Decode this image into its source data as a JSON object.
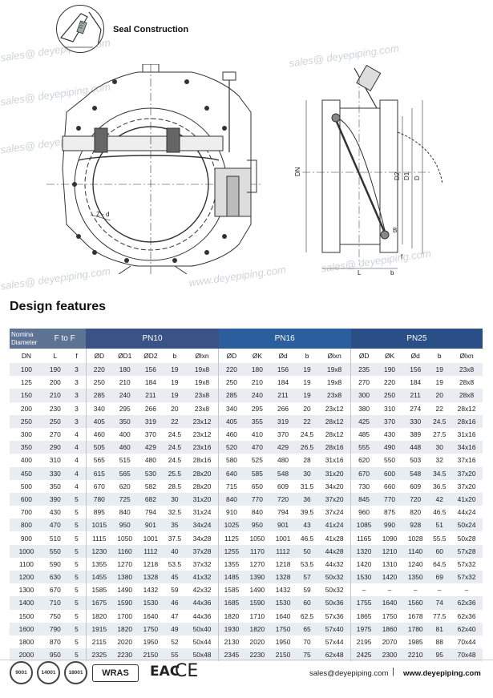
{
  "watermark": {
    "text": "sales@ deyepiping.com",
    "text_alt": "www.deyepiping.com"
  },
  "seal": {
    "label": "Seal Construction"
  },
  "drawing": {
    "left_labels": {
      "z_d": "Z - d"
    },
    "right_labels": {
      "dn": "DN",
      "d2": "D2",
      "d1": "D1",
      "d": "D",
      "b": "B",
      "l": "L",
      "f": "f",
      "b_lower": "b"
    }
  },
  "section_title": "Design features",
  "table": {
    "header_nominal": "Nomina Diameter",
    "header_ftof": "F to F",
    "groups": [
      "PN10",
      "PN16",
      "PN25"
    ],
    "sub_headers": [
      "DN",
      "L",
      "f",
      "ØD",
      "ØD1",
      "ØD2",
      "b",
      "Ølxn",
      "ØD",
      "ØK",
      "Ød",
      "b",
      "Ølxn",
      "ØD",
      "ØK",
      "Ød",
      "b",
      "Ølxn"
    ],
    "rows": [
      [
        "100",
        "190",
        "3",
        "220",
        "180",
        "156",
        "19",
        "19x8",
        "220",
        "180",
        "156",
        "19",
        "19x8",
        "235",
        "190",
        "156",
        "19",
        "23x8"
      ],
      [
        "125",
        "200",
        "3",
        "250",
        "210",
        "184",
        "19",
        "19x8",
        "250",
        "210",
        "184",
        "19",
        "19x8",
        "270",
        "220",
        "184",
        "19",
        "28x8"
      ],
      [
        "150",
        "210",
        "3",
        "285",
        "240",
        "211",
        "19",
        "23x8",
        "285",
        "240",
        "211",
        "19",
        "23x8",
        "300",
        "250",
        "211",
        "20",
        "28x8"
      ],
      [
        "200",
        "230",
        "3",
        "340",
        "295",
        "266",
        "20",
        "23x8",
        "340",
        "295",
        "266",
        "20",
        "23x12",
        "380",
        "310",
        "274",
        "22",
        "28x12"
      ],
      [
        "250",
        "250",
        "3",
        "405",
        "350",
        "319",
        "22",
        "23x12",
        "405",
        "355",
        "319",
        "22",
        "28x12",
        "425",
        "370",
        "330",
        "24.5",
        "28x16"
      ],
      [
        "300",
        "270",
        "4",
        "460",
        "400",
        "370",
        "24.5",
        "23x12",
        "460",
        "410",
        "370",
        "24.5",
        "28x12",
        "485",
        "430",
        "389",
        "27.5",
        "31x16"
      ],
      [
        "350",
        "290",
        "4",
        "505",
        "460",
        "429",
        "24.5",
        "23x16",
        "520",
        "470",
        "429",
        "26.5",
        "28x16",
        "555",
        "490",
        "448",
        "30",
        "34x16"
      ],
      [
        "400",
        "310",
        "4",
        "565",
        "515",
        "480",
        "24.5",
        "28x16",
        "580",
        "525",
        "480",
        "28",
        "31x16",
        "620",
        "550",
        "503",
        "32",
        "37x16"
      ],
      [
        "450",
        "330",
        "4",
        "615",
        "565",
        "530",
        "25.5",
        "28x20",
        "640",
        "585",
        "548",
        "30",
        "31x20",
        "670",
        "600",
        "548",
        "34.5",
        "37x20"
      ],
      [
        "500",
        "350",
        "4",
        "670",
        "620",
        "582",
        "28.5",
        "28x20",
        "715",
        "650",
        "609",
        "31.5",
        "34x20",
        "730",
        "660",
        "609",
        "36.5",
        "37x20"
      ],
      [
        "600",
        "390",
        "5",
        "780",
        "725",
        "682",
        "30",
        "31x20",
        "840",
        "770",
        "720",
        "36",
        "37x20",
        "845",
        "770",
        "720",
        "42",
        "41x20"
      ],
      [
        "700",
        "430",
        "5",
        "895",
        "840",
        "794",
        "32.5",
        "31x24",
        "910",
        "840",
        "794",
        "39.5",
        "37x24",
        "960",
        "875",
        "820",
        "46.5",
        "44x24"
      ],
      [
        "800",
        "470",
        "5",
        "1015",
        "950",
        "901",
        "35",
        "34x24",
        "1025",
        "950",
        "901",
        "43",
        "41x24",
        "1085",
        "990",
        "928",
        "51",
        "50x24"
      ],
      [
        "900",
        "510",
        "5",
        "1115",
        "1050",
        "1001",
        "37.5",
        "34x28",
        "1125",
        "1050",
        "1001",
        "46.5",
        "41x28",
        "1165",
        "1090",
        "1028",
        "55.5",
        "50x28"
      ],
      [
        "1000",
        "550",
        "5",
        "1230",
        "1160",
        "1112",
        "40",
        "37x28",
        "1255",
        "1170",
        "1112",
        "50",
        "44x28",
        "1320",
        "1210",
        "1140",
        "60",
        "57x28"
      ],
      [
        "1100",
        "590",
        "5",
        "1355",
        "1270",
        "1218",
        "53.5",
        "37x32",
        "1355",
        "1270",
        "1218",
        "53.5",
        "44x32",
        "1420",
        "1310",
        "1240",
        "64.5",
        "57x32"
      ],
      [
        "1200",
        "630",
        "5",
        "1455",
        "1380",
        "1328",
        "45",
        "41x32",
        "1485",
        "1390",
        "1328",
        "57",
        "50x32",
        "1530",
        "1420",
        "1350",
        "69",
        "57x32"
      ],
      [
        "1300",
        "670",
        "5",
        "1585",
        "1490",
        "1432",
        "59",
        "42x32",
        "1585",
        "1490",
        "1432",
        "59",
        "50x32",
        "–",
        "–",
        "–",
        "–",
        "–"
      ],
      [
        "1400",
        "710",
        "5",
        "1675",
        "1590",
        "1530",
        "46",
        "44x36",
        "1685",
        "1590",
        "1530",
        "60",
        "50x36",
        "1755",
        "1640",
        "1560",
        "74",
        "62x36"
      ],
      [
        "1500",
        "750",
        "5",
        "1820",
        "1700",
        "1640",
        "47",
        "44x36",
        "1820",
        "1710",
        "1640",
        "62.5",
        "57x36",
        "1865",
        "1750",
        "1678",
        "77.5",
        "62x36"
      ],
      [
        "1600",
        "790",
        "5",
        "1915",
        "1820",
        "1750",
        "49",
        "50x40",
        "1930",
        "1820",
        "1750",
        "65",
        "57x40",
        "1975",
        "1860",
        "1780",
        "81",
        "62x40"
      ],
      [
        "1800",
        "870",
        "5",
        "2115",
        "2020",
        "1950",
        "52",
        "50x44",
        "2130",
        "2020",
        "1950",
        "70",
        "57x44",
        "2195",
        "2070",
        "1985",
        "88",
        "70x44"
      ],
      [
        "2000",
        "950",
        "5",
        "2325",
        "2230",
        "2150",
        "55",
        "50x48",
        "2345",
        "2230",
        "2150",
        "75",
        "62x48",
        "2425",
        "2300",
        "2210",
        "95",
        "70x48"
      ]
    ]
  },
  "footer": {
    "certs": [
      "9001",
      "14001",
      "18001"
    ],
    "wras": "WRAS",
    "eac": "EAC",
    "ce": "CE",
    "email": "sales@deyepiping.com",
    "separator": "|",
    "website": "www.deyepiping.com"
  },
  "colors": {
    "header_dark": "#3a5387",
    "header_light": "#5d7393",
    "row_alt": "#e9ecf1"
  }
}
